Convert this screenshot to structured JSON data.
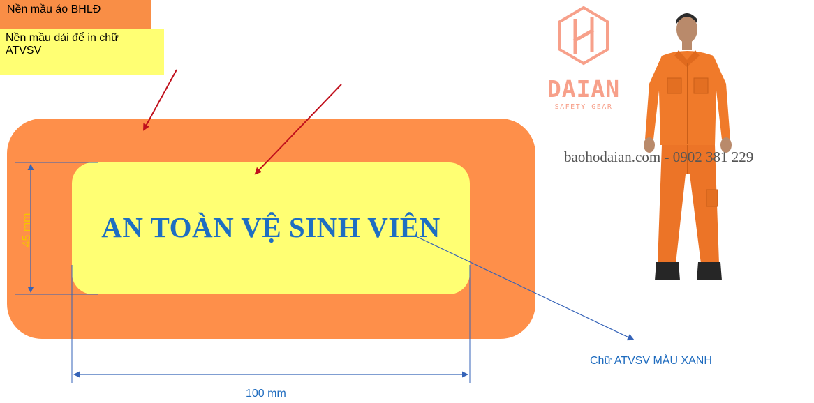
{
  "callouts": {
    "shirt_background": "Nền mầu áo BHLĐ",
    "strip_background_line1": "Nền mầu dải để in chữ",
    "strip_background_line2": "ATVSV"
  },
  "main_text": "AN TOÀN VỆ SINH VIÊN",
  "dimensions": {
    "height": "45 mm",
    "width": "100 mm"
  },
  "text_color_note": "Chữ ATVSV MÀU XANH",
  "brand": {
    "name": "DAIAN",
    "tagline": "SAFETY GEAR",
    "contact": "baohodaian.com - 0902 381 229"
  },
  "colors": {
    "shirt_orange": "#fe8f4a",
    "strip_yellow": "#ffff73",
    "text_blue": "#1e6ec2",
    "arrow_red": "#c0101c",
    "dimension_blue": "#3563b8",
    "logo_peach": "#f7a08a"
  }
}
